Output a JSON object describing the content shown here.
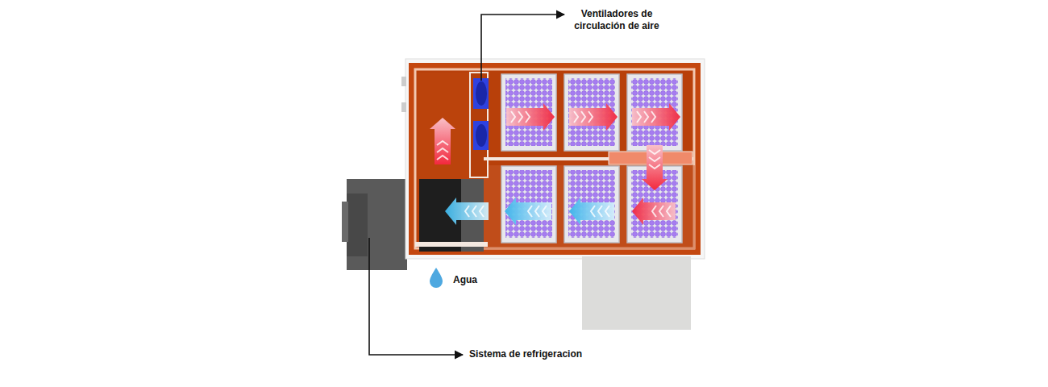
{
  "diagram": {
    "labels": [
      "Ventiladores de circulación de aire",
      "Agua",
      "Sistema de refrigeracion"
    ]
  }
}
